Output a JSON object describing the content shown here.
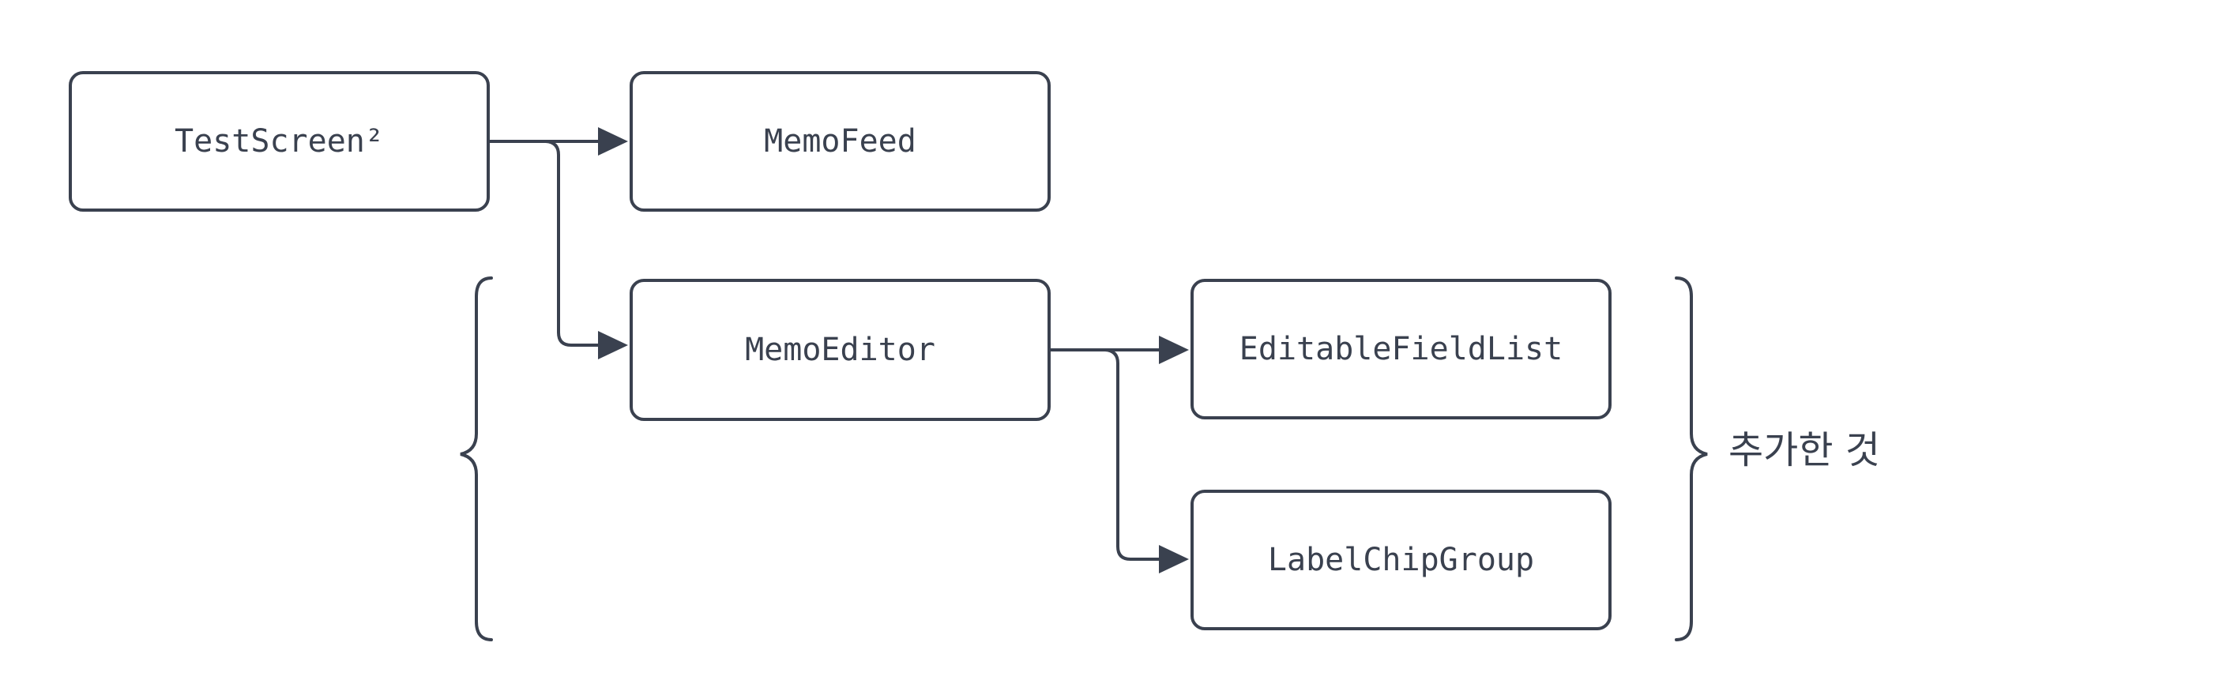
{
  "diagram": {
    "background_color": "#ffffff",
    "stroke_color": "#3a414f",
    "text_color": "#3a414f",
    "nodes": [
      {
        "id": "testscreen",
        "label": "TestScreen²"
      },
      {
        "id": "memofeed",
        "label": "MemoFeed"
      },
      {
        "id": "memoeditor",
        "label": "MemoEditor"
      },
      {
        "id": "editablefieldlist",
        "label": "EditableFieldList"
      },
      {
        "id": "labelchipgroup",
        "label": "LabelChipGroup"
      }
    ],
    "edges": [
      {
        "from": "TestScreen²",
        "to": "MemoFeed"
      },
      {
        "from": "TestScreen²",
        "to": "MemoEditor"
      },
      {
        "from": "MemoEditor",
        "to": "EditableFieldList"
      },
      {
        "from": "MemoEditor",
        "to": "LabelChipGroup"
      }
    ],
    "annotation": {
      "label": "추가한 것"
    }
  }
}
